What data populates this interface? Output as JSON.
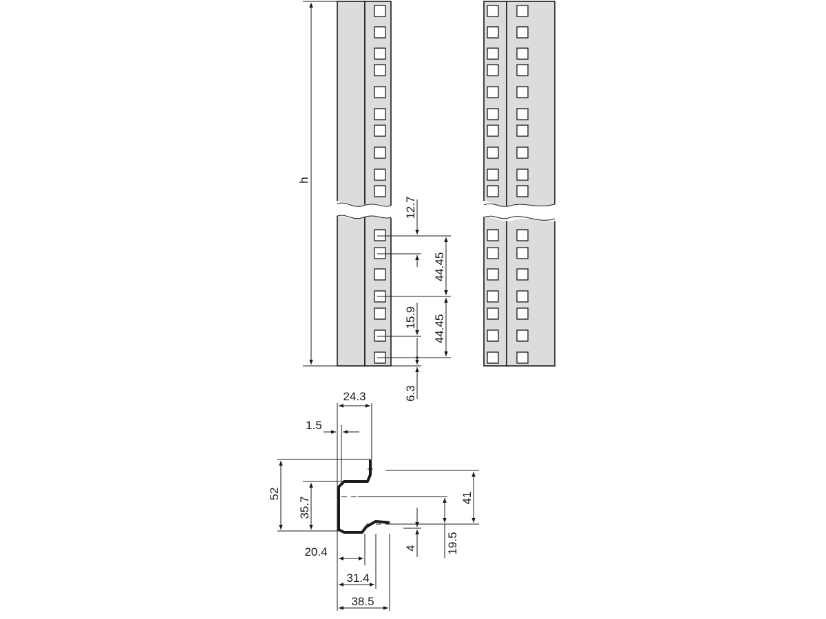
{
  "drawing": {
    "height_symbol": "h",
    "front_view": {
      "dim_spacing_a": "12.7",
      "dim_u_pitch_1": "44.45",
      "dim_spacing_b": "15.9",
      "dim_u_pitch_2": "44.45",
      "dim_bottom_offset": "6.3"
    },
    "profile_view": {
      "dim_top_width": "24.3",
      "dim_thickness": "1.5",
      "dim_total_height": "52",
      "dim_inner_height": "35.7",
      "dim_hole_height": "41",
      "dim_lower_lip": "4",
      "dim_lip_height": "19.5",
      "dim_width_a": "20.4",
      "dim_width_b": "31.4",
      "dim_width_c": "38.5"
    }
  },
  "colors": {
    "rail_fill": "#dcdcdc",
    "line": "#1a1a1a",
    "background": "#ffffff"
  }
}
